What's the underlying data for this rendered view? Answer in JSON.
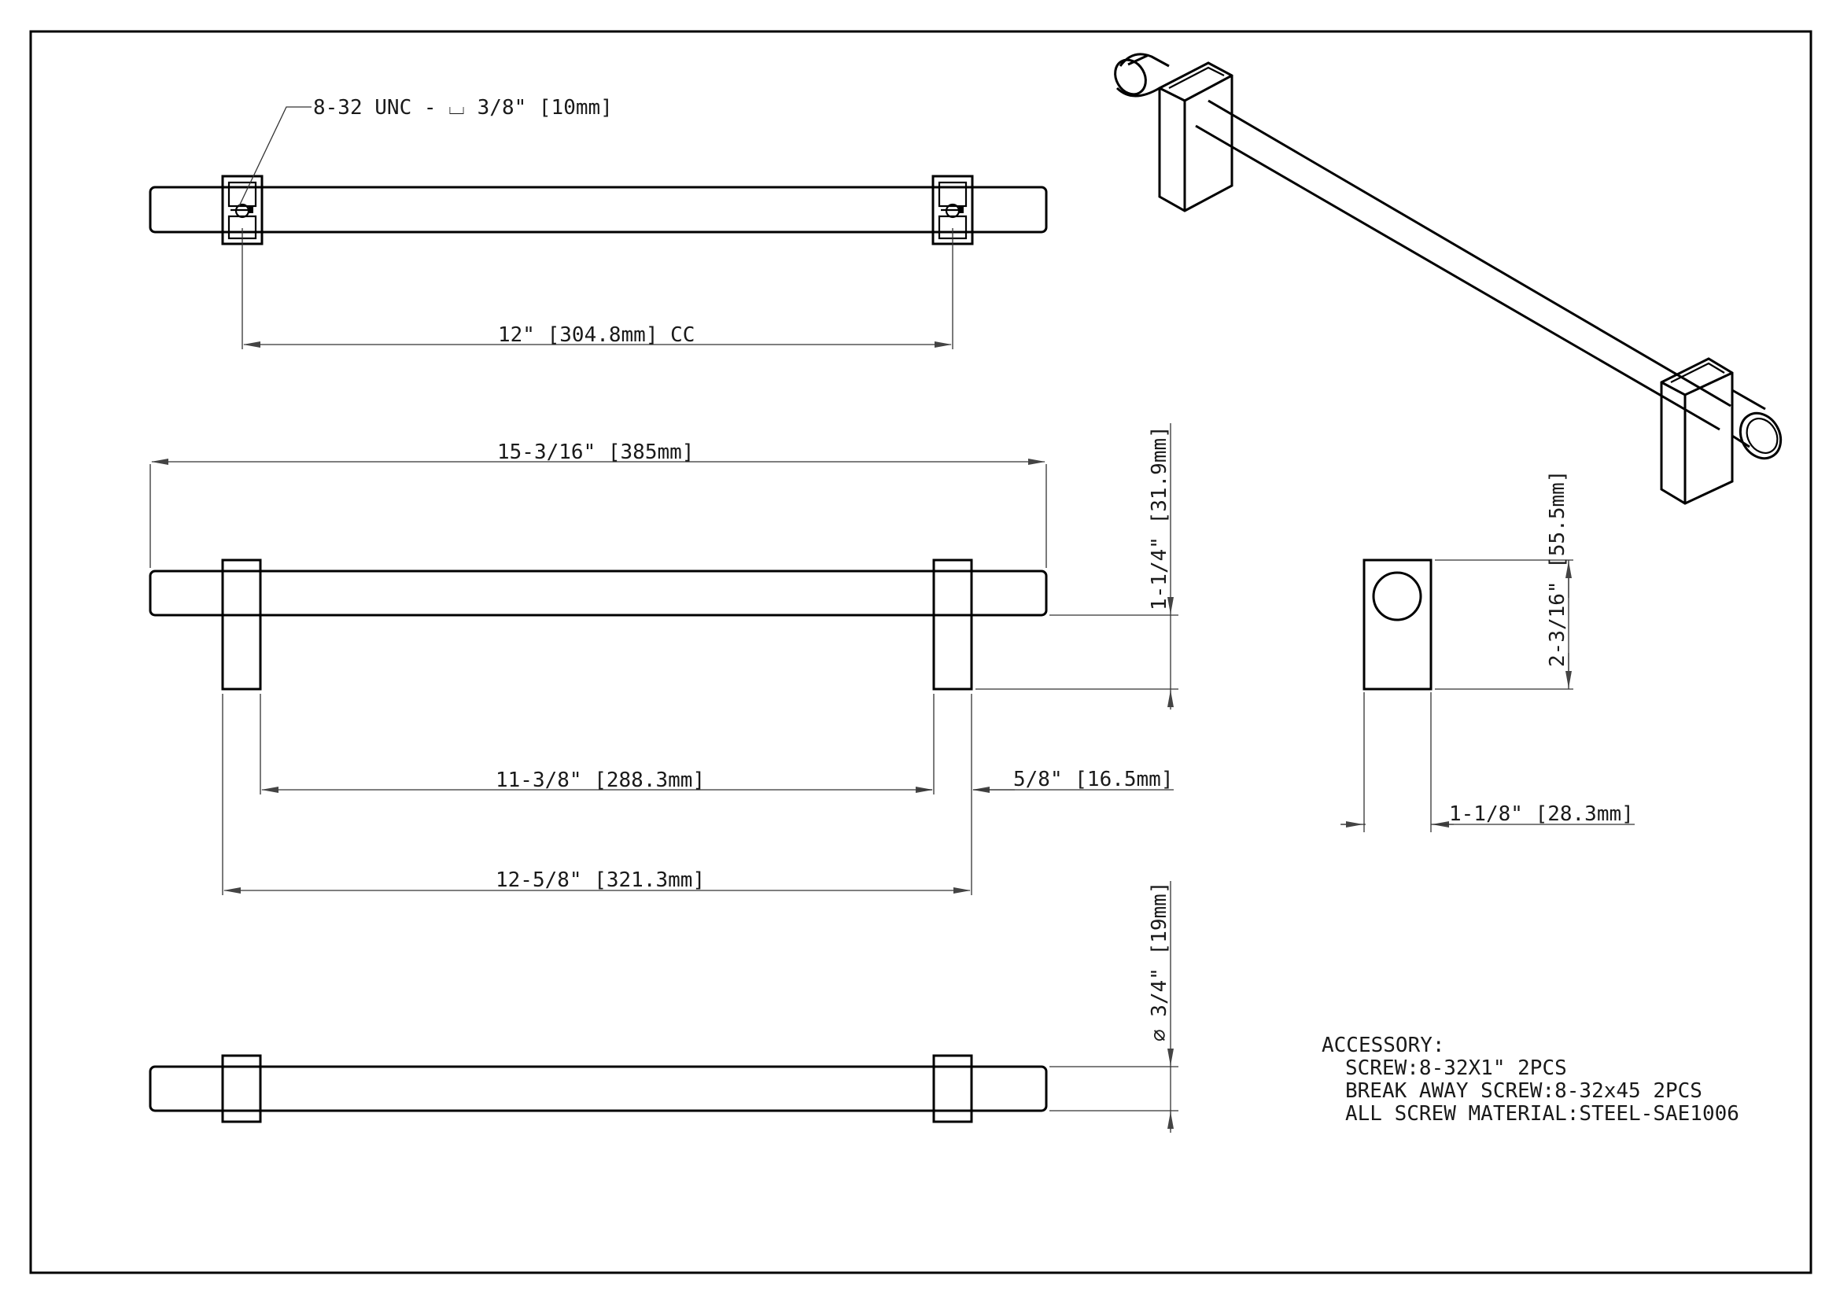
{
  "drawing": {
    "thread_callout": "8-32 UNC - ⌴ 3/8\" [10mm]",
    "center_to_center": "12\" [304.8mm] CC",
    "overall_length": "15-3/16\" [385mm]",
    "height": "1-1/4\" [31.9mm]",
    "inner_span": "11-3/8\" [288.3mm]",
    "post_width": "5/8\" [16.5mm]",
    "outer_span": "12-5/8\" [321.3mm]",
    "diameter": "⌀ 3/4\" [19mm]",
    "post_height": "2-3/16\" [55.5mm]",
    "post_depth": "1-1/8\" [28.3mm]"
  },
  "accessory": {
    "title": "ACCESSORY:",
    "lines": [
      "SCREW:8-32X1\" 2PCS",
      "BREAK AWAY SCREW:8-32x45 2PCS",
      "ALL SCREW MATERIAL:STEEL-SAE1006"
    ]
  }
}
